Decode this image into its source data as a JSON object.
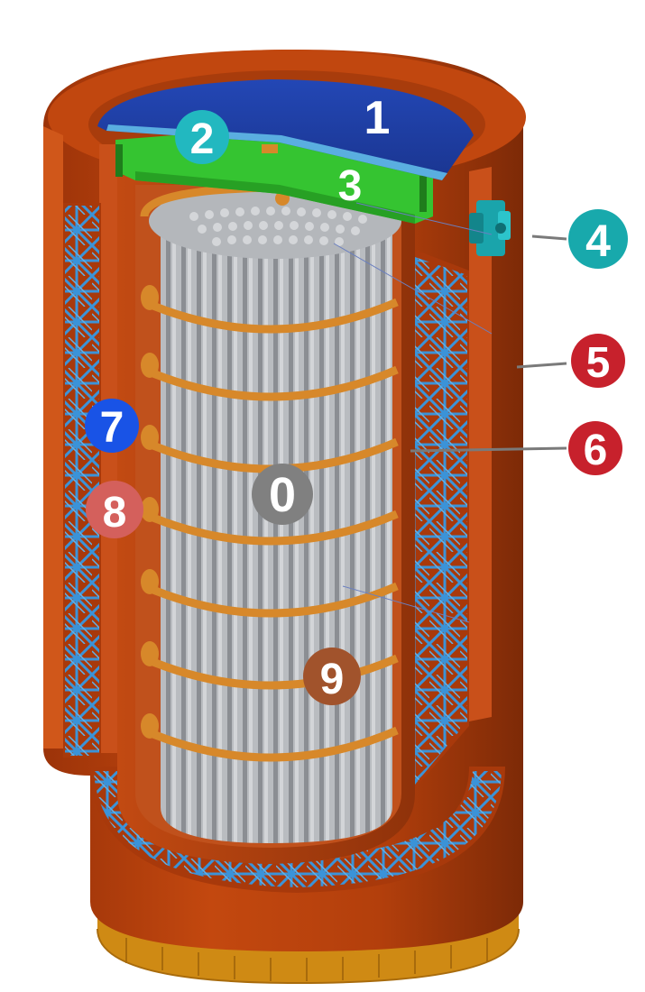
{
  "colors": {
    "vessel": "#b8400f",
    "vessel_dark": "#8e2e08",
    "vessel_inner": "#a33a0d",
    "vessel_base": "#cf8a14",
    "lid": "#1f3ea3",
    "lid_edge": "#5aaee0",
    "support_plate": "#35c431",
    "rods": "#a6a9ae",
    "rod_shadow": "#7f8287",
    "rings": "#d7882a",
    "truss": "#3b93d8",
    "leader": "#7a7a7a"
  },
  "labels": [
    {
      "id": "0",
      "text": "0",
      "style": "badge",
      "color": "#808080"
    },
    {
      "id": "1",
      "text": "1",
      "style": "plain",
      "color": "#ffffff"
    },
    {
      "id": "2",
      "text": "2",
      "style": "badge",
      "color": "#22b8c0"
    },
    {
      "id": "3",
      "text": "3",
      "style": "plain",
      "color": "#ffffff"
    },
    {
      "id": "4",
      "text": "4",
      "style": "badge",
      "color": "#18a9ac"
    },
    {
      "id": "5",
      "text": "5",
      "style": "badge",
      "color": "#c7212c"
    },
    {
      "id": "6",
      "text": "6",
      "style": "badge",
      "color": "#c7212c"
    },
    {
      "id": "7",
      "text": "7",
      "style": "badge",
      "color": "#1953e6"
    },
    {
      "id": "8",
      "text": "8",
      "style": "badge",
      "color": "#d4605c"
    },
    {
      "id": "9",
      "text": "9",
      "style": "badge",
      "color": "#a1532c"
    }
  ]
}
